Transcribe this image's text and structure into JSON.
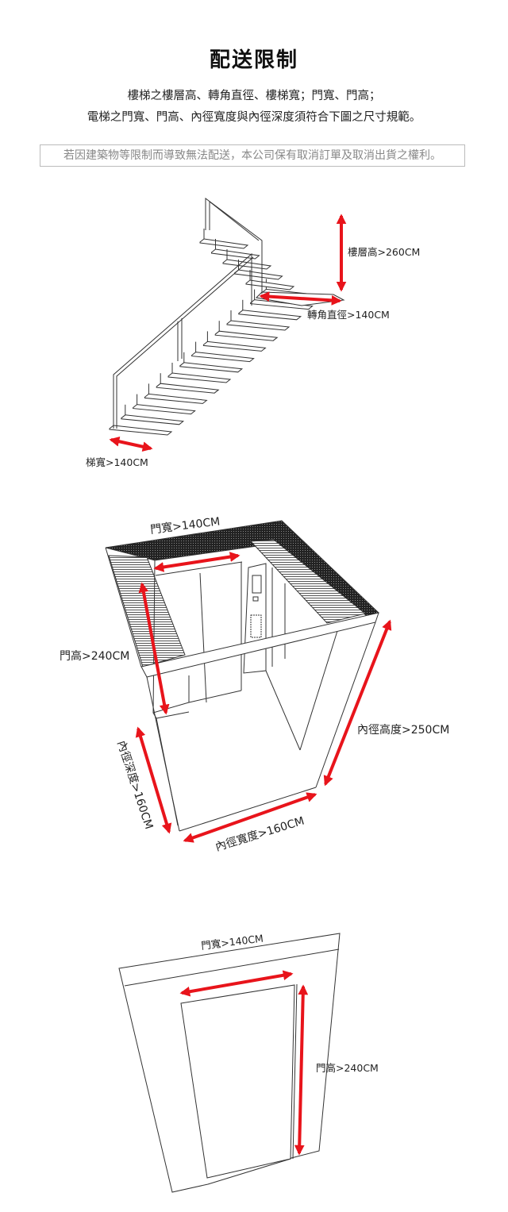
{
  "title": "配送限制",
  "description": {
    "line1": "樓梯之樓層高、轉角直徑、樓梯寬；門寬、門高；",
    "line2": "電梯之門寬、門高、內徑寬度與內徑深度須符合下圖之尺寸規範。"
  },
  "notice": "若因建築物等限制而導致無法配送，本公司保有取消訂單及取消出貨之權利。",
  "staircase": {
    "floor_height": "樓層高>260CM",
    "corner_diameter": "轉角直徑>140CM",
    "stair_width": "梯寬>140CM"
  },
  "elevator": {
    "door_width": "門寬>140CM",
    "door_height": "門高>240CM",
    "inner_height": "內徑高度>250CM",
    "inner_depth": "內徑深度>160CM",
    "inner_width": "內徑寬度>160CM"
  },
  "door": {
    "door_width": "門寬>140CM",
    "door_height": "門高>240CM"
  },
  "colors": {
    "arrow": "#e8141b",
    "line": "#333333"
  }
}
